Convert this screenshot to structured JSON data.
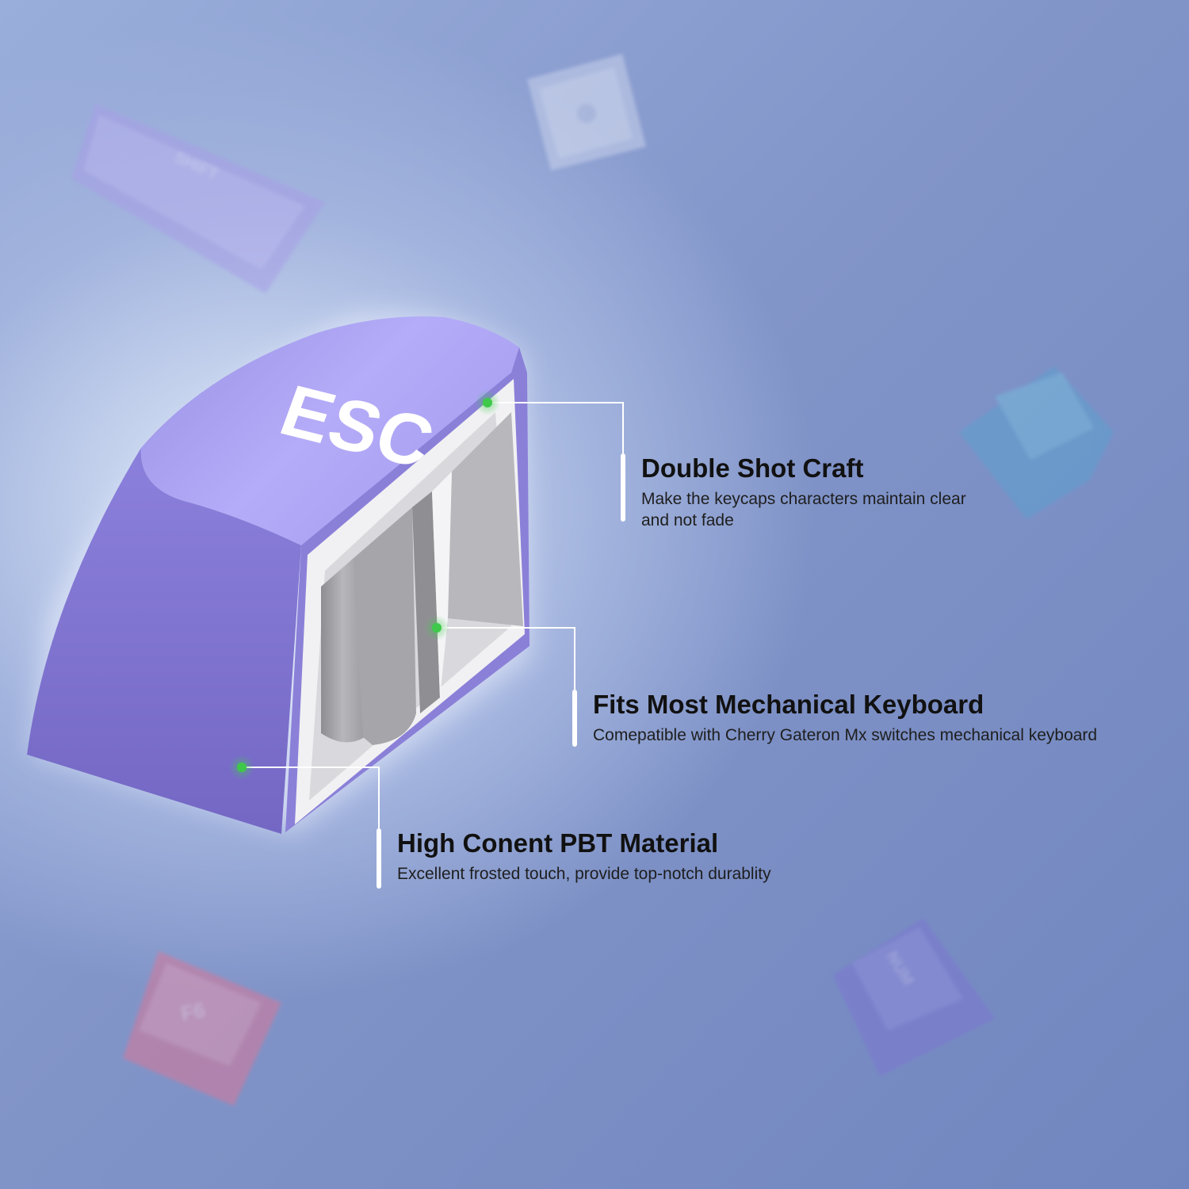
{
  "keycap": {
    "legend": "ESC",
    "color": "#8f84e0",
    "wall_color": "#f1f1f3"
  },
  "background_keys": [
    {
      "legend": "SHIFT",
      "color": "#9a8fdc"
    },
    {
      "legend": "",
      "color": "#c9d1ec"
    },
    {
      "legend": "",
      "color": "#62a3cf"
    },
    {
      "legend": "F6",
      "color": "#d07a9c"
    },
    {
      "legend": "NUM",
      "color": "#7b78cf"
    }
  ],
  "features": [
    {
      "title": "Double Shot Craft",
      "description": "Make the keycaps characters maintain clear and not fade"
    },
    {
      "title": "Fits Most Mechanical Keyboard",
      "description": "Comepatible with Cherry Gateron Mx switches mechanical keyboard"
    },
    {
      "title": "High Conent PBT Material",
      "description": "Excellent frosted touch, provide top-notch durablity"
    }
  ],
  "marker_color": "#3ec94a"
}
